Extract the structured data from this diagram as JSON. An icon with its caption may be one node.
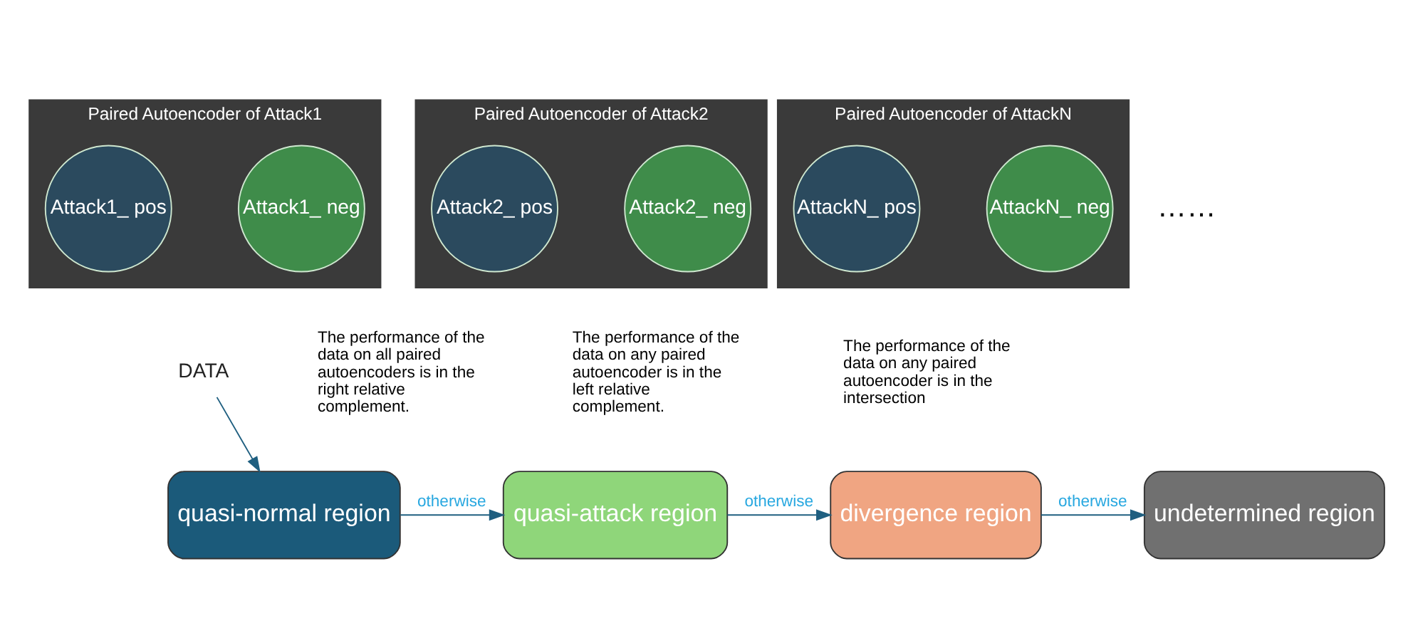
{
  "diagram": {
    "nodes": [
      {
        "text": [
          "Paired Autoencoder of Attack1"
        ]
      },
      {
        "text": [
          "Attack1_ pos"
        ],
        "in": 0
      },
      {
        "text": [
          "Attack1_ neg"
        ],
        "in": 0
      },
      {
        "text": [
          "Paired Autoencoder of Attack2"
        ]
      },
      {
        "text": [
          "Attack2_ pos"
        ],
        "in": 3
      },
      {
        "text": [
          "Attack2_ neg"
        ],
        "in": 3
      },
      {
        "text": [
          "Paired Autoencoder of AttackN"
        ]
      },
      {
        "text": [
          "AttackN_ pos"
        ],
        "in": 6
      },
      {
        "text": [
          "AttackN_ neg"
        ],
        "in": 6
      },
      {
        "text": [
          "DATA"
        ]
      },
      {
        "text": [
          "quasi-normal region"
        ]
      },
      {
        "text": [
          "quasi-attack region"
        ]
      },
      {
        "text": [
          "divergence region"
        ]
      },
      {
        "text": [
          "undetermined region"
        ]
      }
    ],
    "edges": [
      {
        "from": 9,
        "to": 10,
        "arrow": "to"
      },
      {
        "from": 10,
        "to": 11,
        "arrow": "to",
        "label": "otherwise"
      },
      {
        "from": 11,
        "to": 12,
        "arrow": "to",
        "label": "otherwise"
      },
      {
        "from": 12,
        "to": 13,
        "arrow": "to",
        "label": "otherwise"
      }
    ],
    "labels": [
      "……",
      "The performance of the data on all paired autoencoders is in the right relative complement.",
      "The performance of the data on any paired autoencoder is in the left relative complement.",
      "The performance of the data on any paired autoencoder is in the intersection"
    ]
  }
}
